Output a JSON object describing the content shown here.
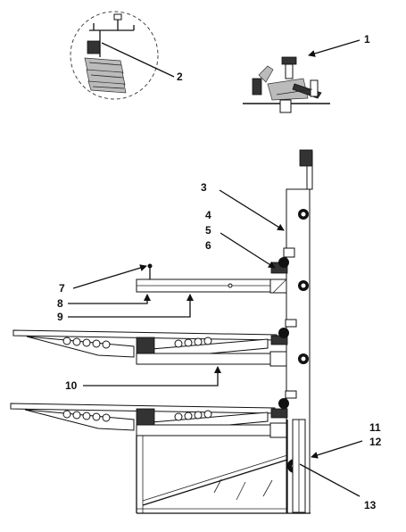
{
  "figure": {
    "background": "#ffffff",
    "ink": "#111111"
  },
  "callouts": [
    {
      "id": "1",
      "text": "1"
    },
    {
      "id": "2",
      "text": "2"
    },
    {
      "id": "3",
      "text": "3"
    },
    {
      "id": "4",
      "text": "4"
    },
    {
      "id": "5",
      "text": "5"
    },
    {
      "id": "6",
      "text": "6"
    },
    {
      "id": "7",
      "text": "7"
    },
    {
      "id": "8",
      "text": "8"
    },
    {
      "id": "9",
      "text": "9"
    },
    {
      "id": "10",
      "text": "10"
    },
    {
      "id": "11",
      "text": "11"
    },
    {
      "id": "12",
      "text": "12"
    },
    {
      "id": "13",
      "text": "13"
    }
  ]
}
